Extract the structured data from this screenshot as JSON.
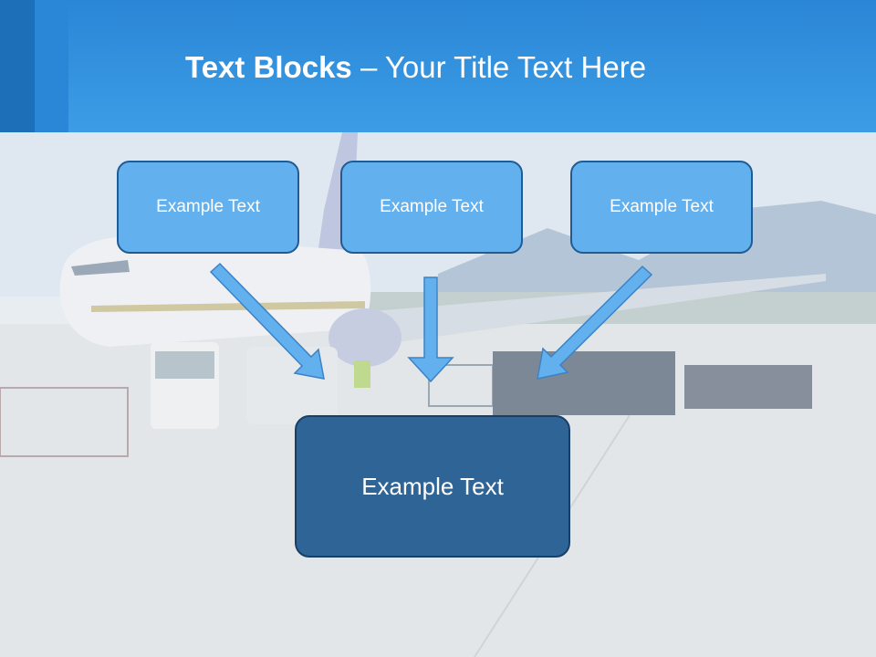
{
  "slide": {
    "title_bold": "Text Blocks",
    "title_dash": " – ",
    "title_rest": "Your Title Text Here"
  },
  "blocks": [
    {
      "label": "Example Text"
    },
    {
      "label": "Example Text"
    },
    {
      "label": "Example Text"
    }
  ],
  "target": {
    "label": "Example Text"
  },
  "colors": {
    "header": "#3c9de6",
    "small_box_fill": "#62b1ee",
    "small_box_border": "#1f5b94",
    "big_box_fill": "#2f6496",
    "arrow": "#62b1ee"
  },
  "background": {
    "image": "airport-apron-photo"
  }
}
